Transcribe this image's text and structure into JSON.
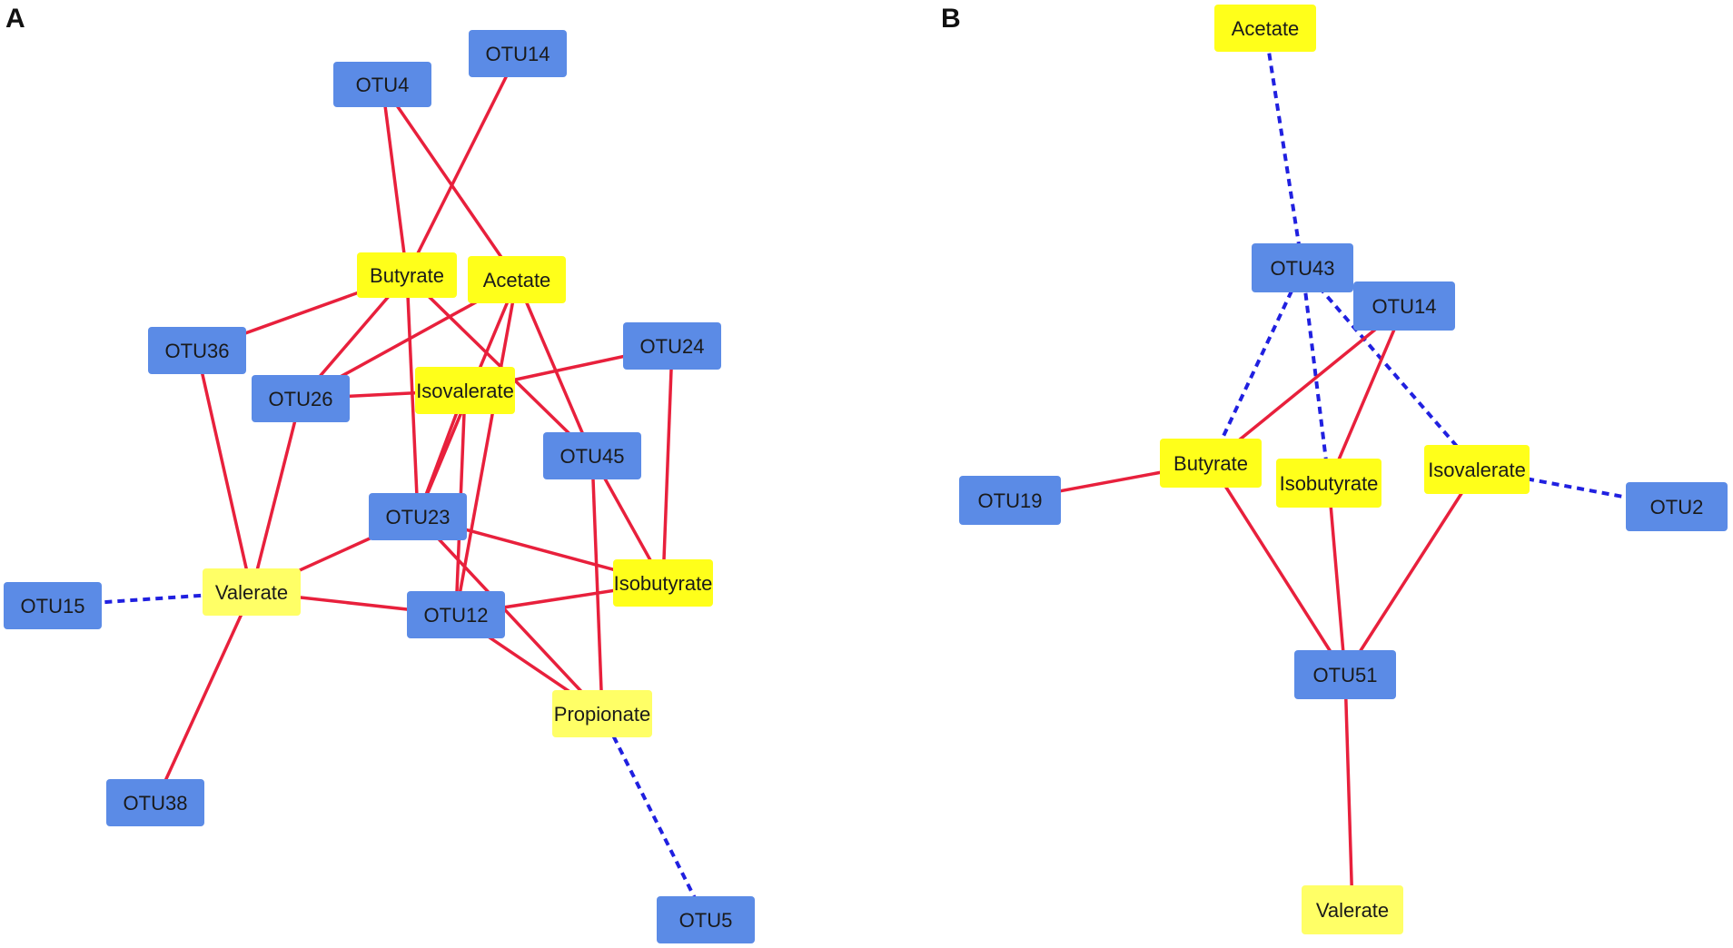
{
  "colors": {
    "otu": "#5b8be6",
    "scfa": "#ffff1a",
    "scfa_light": "#ffff66",
    "positive_edge": "#e8203c",
    "negative_edge": "#2020e0"
  },
  "panels": [
    {
      "letter": "A",
      "nodes": [
        {
          "id": "OTU4",
          "label": "OTU4",
          "kind": "otu"
        },
        {
          "id": "OTU14",
          "label": "OTU14",
          "kind": "otu"
        },
        {
          "id": "Butyrate",
          "label": "Butyrate",
          "kind": "scfa"
        },
        {
          "id": "Acetate",
          "label": "Acetate",
          "kind": "scfa"
        },
        {
          "id": "OTU36",
          "label": "OTU36",
          "kind": "otu"
        },
        {
          "id": "OTU24",
          "label": "OTU24",
          "kind": "otu"
        },
        {
          "id": "OTU26",
          "label": "OTU26",
          "kind": "otu"
        },
        {
          "id": "Isovalerate",
          "label": "Isovalerate",
          "kind": "scfa"
        },
        {
          "id": "OTU45",
          "label": "OTU45",
          "kind": "otu"
        },
        {
          "id": "OTU23",
          "label": "OTU23",
          "kind": "otu"
        },
        {
          "id": "Isobutyrate",
          "label": "Isobutyrate",
          "kind": "scfa"
        },
        {
          "id": "OTU15",
          "label": "OTU15",
          "kind": "otu"
        },
        {
          "id": "Valerate",
          "label": "Valerate",
          "kind": "scfa_light"
        },
        {
          "id": "OTU12",
          "label": "OTU12",
          "kind": "otu"
        },
        {
          "id": "Propionate",
          "label": "Propionate",
          "kind": "scfa_light"
        },
        {
          "id": "OTU38",
          "label": "OTU38",
          "kind": "otu"
        },
        {
          "id": "OTU5",
          "label": "OTU5",
          "kind": "otu"
        }
      ],
      "edges": [
        {
          "from": "OTU4",
          "to": "Butyrate",
          "type": "positive"
        },
        {
          "from": "OTU4",
          "to": "Acetate",
          "type": "positive"
        },
        {
          "from": "OTU14",
          "to": "Butyrate",
          "type": "positive"
        },
        {
          "from": "Butyrate",
          "to": "OTU36",
          "type": "positive"
        },
        {
          "from": "Butyrate",
          "to": "OTU26",
          "type": "positive"
        },
        {
          "from": "Butyrate",
          "to": "OTU23",
          "type": "positive"
        },
        {
          "from": "Butyrate",
          "to": "OTU45",
          "type": "positive"
        },
        {
          "from": "Acetate",
          "to": "OTU26",
          "type": "positive"
        },
        {
          "from": "Acetate",
          "to": "OTU45",
          "type": "positive"
        },
        {
          "from": "Acetate",
          "to": "OTU23",
          "type": "positive"
        },
        {
          "from": "Acetate",
          "to": "OTU12",
          "type": "positive"
        },
        {
          "from": "OTU26",
          "to": "Isovalerate",
          "type": "positive"
        },
        {
          "from": "OTU24",
          "to": "Isovalerate",
          "type": "positive"
        },
        {
          "from": "OTU24",
          "to": "Isobutyrate",
          "type": "positive"
        },
        {
          "from": "Isovalerate",
          "to": "OTU23",
          "type": "positive"
        },
        {
          "from": "Isovalerate",
          "to": "OTU12",
          "type": "positive"
        },
        {
          "from": "OTU45",
          "to": "Isobutyrate",
          "type": "positive"
        },
        {
          "from": "OTU45",
          "to": "Propionate",
          "type": "positive"
        },
        {
          "from": "OTU23",
          "to": "Isobutyrate",
          "type": "positive"
        },
        {
          "from": "OTU23",
          "to": "Valerate",
          "type": "positive"
        },
        {
          "from": "OTU23",
          "to": "Propionate",
          "type": "positive"
        },
        {
          "from": "OTU12",
          "to": "Isobutyrate",
          "type": "positive"
        },
        {
          "from": "OTU12",
          "to": "Valerate",
          "type": "positive"
        },
        {
          "from": "OTU12",
          "to": "Propionate",
          "type": "positive"
        },
        {
          "from": "OTU36",
          "to": "Valerate",
          "type": "positive"
        },
        {
          "from": "OTU26",
          "to": "Valerate",
          "type": "positive"
        },
        {
          "from": "Valerate",
          "to": "OTU38",
          "type": "positive"
        },
        {
          "from": "Valerate",
          "to": "OTU15",
          "type": "negative"
        },
        {
          "from": "Propionate",
          "to": "OTU5",
          "type": "negative"
        }
      ]
    },
    {
      "letter": "B",
      "nodes": [
        {
          "id": "Acetate",
          "label": "Acetate",
          "kind": "scfa"
        },
        {
          "id": "OTU43",
          "label": "OTU43",
          "kind": "otu"
        },
        {
          "id": "OTU14",
          "label": "OTU14",
          "kind": "otu"
        },
        {
          "id": "OTU19",
          "label": "OTU19",
          "kind": "otu"
        },
        {
          "id": "Butyrate",
          "label": "Butyrate",
          "kind": "scfa"
        },
        {
          "id": "Isobutyrate",
          "label": "Isobutyrate",
          "kind": "scfa"
        },
        {
          "id": "Isovalerate",
          "label": "Isovalerate",
          "kind": "scfa"
        },
        {
          "id": "OTU2",
          "label": "OTU2",
          "kind": "otu"
        },
        {
          "id": "OTU51",
          "label": "OTU51",
          "kind": "otu"
        },
        {
          "id": "Valerate",
          "label": "Valerate",
          "kind": "scfa_light"
        }
      ],
      "edges": [
        {
          "from": "Acetate",
          "to": "OTU43",
          "type": "negative"
        },
        {
          "from": "OTU43",
          "to": "Butyrate",
          "type": "negative"
        },
        {
          "from": "OTU43",
          "to": "Isobutyrate",
          "type": "negative"
        },
        {
          "from": "OTU43",
          "to": "Isovalerate",
          "type": "negative"
        },
        {
          "from": "OTU14",
          "to": "Butyrate",
          "type": "positive"
        },
        {
          "from": "OTU14",
          "to": "Isobutyrate",
          "type": "positive"
        },
        {
          "from": "OTU19",
          "to": "Butyrate",
          "type": "positive"
        },
        {
          "from": "Isovalerate",
          "to": "OTU2",
          "type": "negative"
        },
        {
          "from": "Butyrate",
          "to": "OTU51",
          "type": "positive"
        },
        {
          "from": "Isobutyrate",
          "to": "OTU51",
          "type": "positive"
        },
        {
          "from": "Isovalerate",
          "to": "OTU51",
          "type": "positive"
        },
        {
          "from": "OTU51",
          "to": "Valerate",
          "type": "positive"
        }
      ]
    }
  ]
}
